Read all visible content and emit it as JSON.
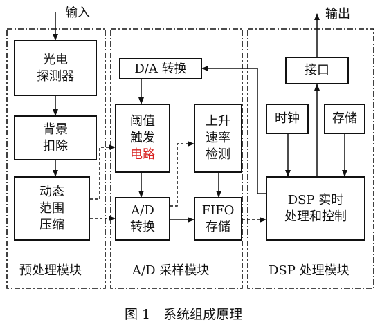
{
  "labels": {
    "input": "输入",
    "output": "输出",
    "caption": "图 1　系统组成原理"
  },
  "modules": {
    "preprocess": "预处理模块",
    "ad_sampling": "A/D 采样模块",
    "dsp": "DSP 处理模块"
  },
  "blocks": {
    "photodetector": [
      "光电",
      "探测器"
    ],
    "background": [
      "背景",
      "扣除"
    ],
    "compress": [
      "动态",
      "范围",
      "压缩"
    ],
    "da": "D/A 转换",
    "threshold": [
      "阈值",
      "触发"
    ],
    "threshold_red": "电路",
    "rise": [
      "上升",
      "速率",
      "检测"
    ],
    "ad": [
      "A/D",
      "转换"
    ],
    "fifo": [
      "FIFO",
      "存储"
    ],
    "interface": "接口",
    "clock": "时钟",
    "storage": "存储",
    "dsp_core": [
      "DSP 实时",
      "处理和控制"
    ]
  },
  "colors": {
    "line": "#111111",
    "accent_text": "#d8211f"
  }
}
